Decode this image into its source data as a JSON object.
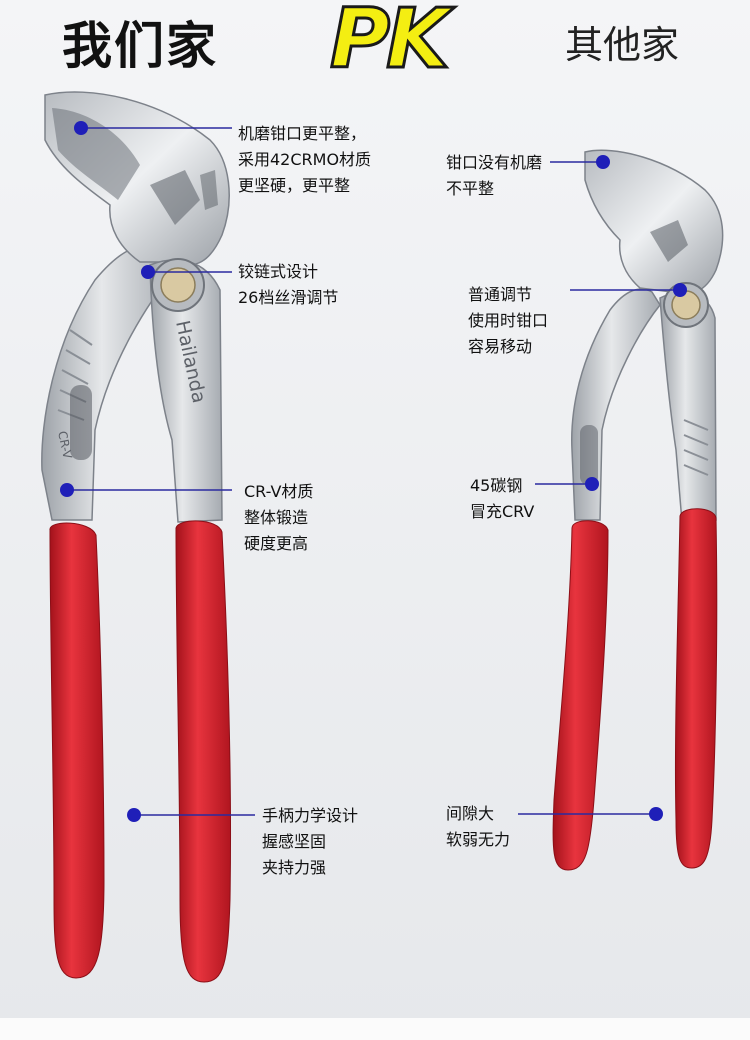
{
  "titles": {
    "left": "我们家",
    "pk": "PK",
    "right": "其他家"
  },
  "brand_engraving": "Hailanda",
  "steel_engraving": "CR-V",
  "left_callouts": [
    {
      "lines": [
        "机磨钳口更平整，",
        "采用42CRMO材质",
        "更坚硬，更平整"
      ]
    },
    {
      "lines": [
        "铰链式设计",
        "26档丝滑调节"
      ]
    },
    {
      "lines": [
        "CR-V材质",
        "整体锻造",
        "硬度更高"
      ]
    },
    {
      "lines": [
        "手柄力学设计",
        "握感坚固",
        "夹持力强"
      ]
    }
  ],
  "right_callouts": [
    {
      "lines": [
        "钳口没有机磨",
        "不平整"
      ]
    },
    {
      "lines": [
        "普通调节",
        "使用时钳口",
        "容易移动"
      ]
    },
    {
      "lines": [
        "45碳钢",
        "冒充CRV"
      ]
    },
    {
      "lines": [
        "间隙大",
        "软弱无力"
      ]
    }
  ],
  "colors": {
    "title_pk_fill": "#f4ee12",
    "callout_dot": "#1f1fb8",
    "callout_line": "#2a2aa0",
    "handle_red": "#d4202b",
    "steel": "#c9ccd0"
  }
}
